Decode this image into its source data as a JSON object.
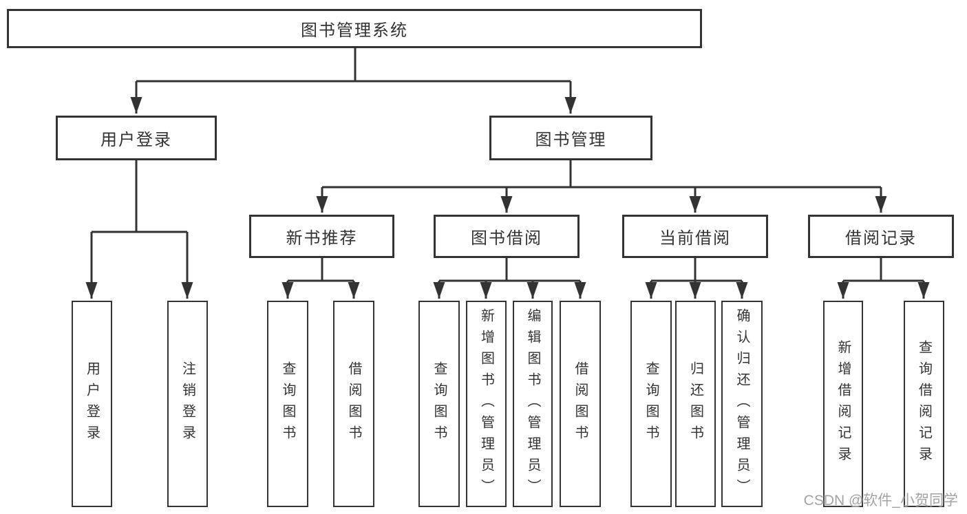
{
  "diagram": {
    "root": "图书管理系统",
    "branches": [
      {
        "label": "用户登录",
        "children": [
          "用户登录",
          "注销登录"
        ]
      },
      {
        "label": "图书管理",
        "sections": [
          {
            "label": "新书推荐",
            "children": [
              "查询图书",
              "借阅图书"
            ]
          },
          {
            "label": "图书借阅",
            "children": [
              "查询图书",
              "新增图书（管理员）",
              "编辑图书（管理员）",
              "借阅图书"
            ]
          },
          {
            "label": "当前借阅",
            "children": [
              "查询图书",
              "归还图书",
              "确认归还（管理员）"
            ]
          },
          {
            "label": "借阅记录",
            "children": [
              "新增借阅记录",
              "查询借阅记录"
            ]
          }
        ]
      }
    ]
  },
  "watermark": "CSDN @软件_小贺同学",
  "colors": {
    "line": "#333333",
    "text": "#333333",
    "background": "#ffffff",
    "watermark": "#a3a3a3"
  }
}
